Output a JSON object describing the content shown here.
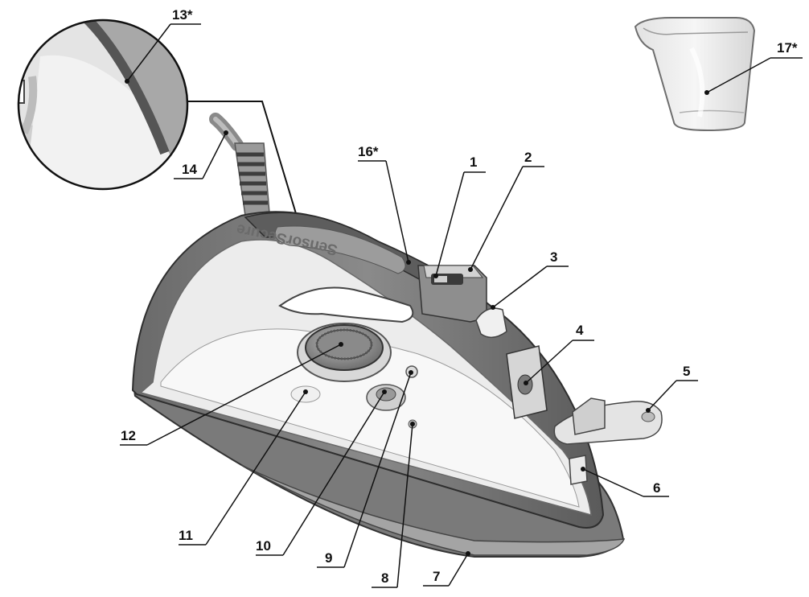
{
  "logo_text": "SensorSecure",
  "callouts": [
    {
      "id": "1",
      "label": "1"
    },
    {
      "id": "2",
      "label": "2"
    },
    {
      "id": "3",
      "label": "3"
    },
    {
      "id": "4",
      "label": "4"
    },
    {
      "id": "5",
      "label": "5"
    },
    {
      "id": "6",
      "label": "6"
    },
    {
      "id": "7",
      "label": "7"
    },
    {
      "id": "8",
      "label": "8"
    },
    {
      "id": "9",
      "label": "9"
    },
    {
      "id": "10",
      "label": "10"
    },
    {
      "id": "11",
      "label": "11"
    },
    {
      "id": "12",
      "label": "12"
    },
    {
      "id": "13",
      "label": "13*"
    },
    {
      "id": "14",
      "label": "14"
    },
    {
      "id": "16",
      "label": "16*"
    },
    {
      "id": "17",
      "label": "17*"
    }
  ]
}
